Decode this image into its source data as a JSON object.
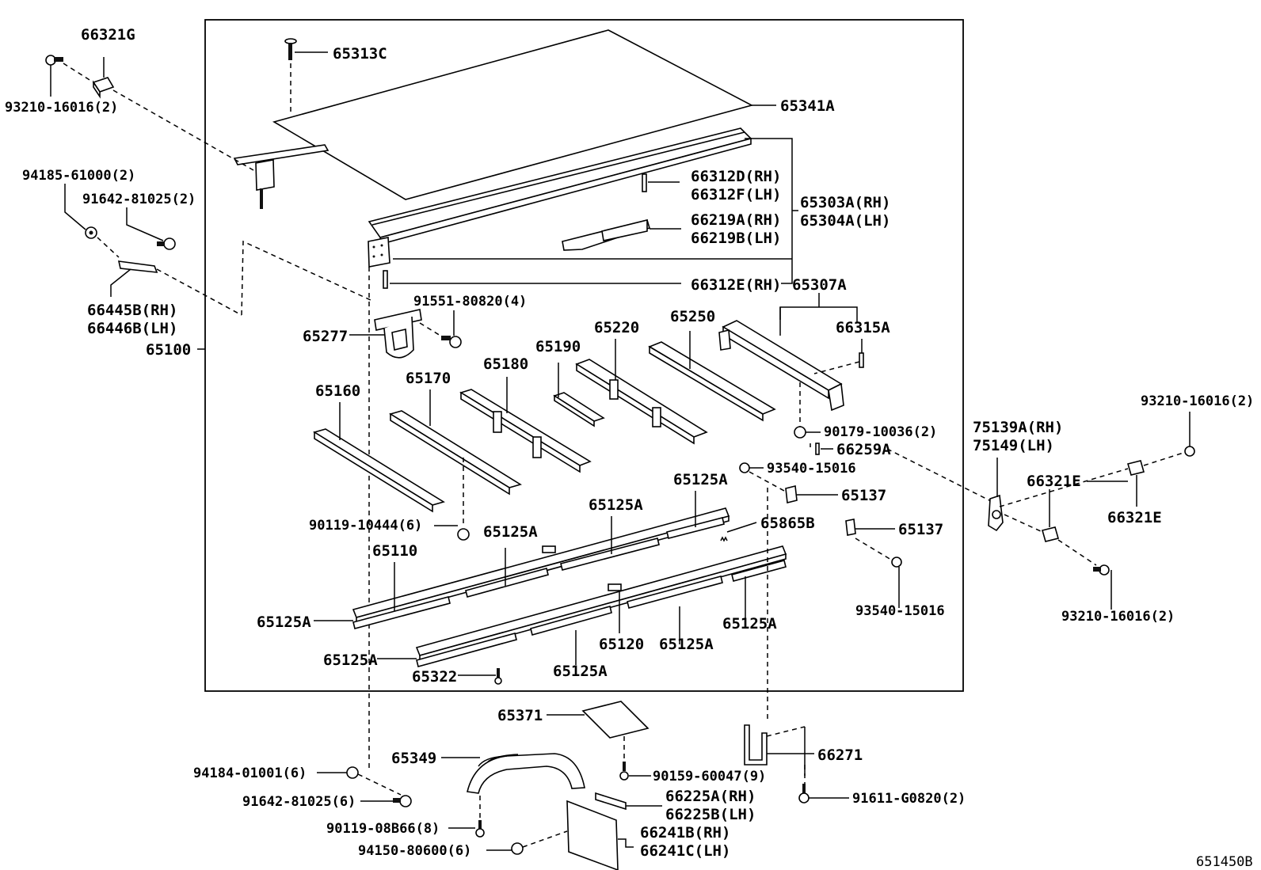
{
  "diagram_id": "651450B",
  "labels": {
    "p66321G": "66321G",
    "p93210_tl": "93210-16016(2)",
    "p94185": "94185-61000(2)",
    "p91642_top": "91642-81025(2)",
    "p66445B": "66445B(RH)",
    "p66446B": "66446B(LH)",
    "p65100": "65100",
    "p65313C": "65313C",
    "p65341A": "65341A",
    "p66312D": "66312D(RH)",
    "p66312F": "66312F(LH)",
    "p65303A": "65303A(RH)",
    "p65304A": "65304A(LH)",
    "p66219A": "66219A(RH)",
    "p66219B": "66219B(LH)",
    "p66312E": "66312E(RH)",
    "p65307A": "65307A",
    "p91551": "91551-80820(4)",
    "p65277": "65277",
    "p66315A": "66315A",
    "p65250": "65250",
    "p65220": "65220",
    "p65190": "65190",
    "p65180": "65180",
    "p65170": "65170",
    "p65160": "65160",
    "p90179": "90179-10036(2)",
    "p66259A": "66259A",
    "p93540_a": "93540-15016",
    "p65137_a": "65137",
    "p65137_b": "65137",
    "p93540_b": "93540-15016",
    "p65125A_1": "65125A",
    "p65125A_2": "65125A",
    "p65125A_3": "65125A",
    "p65125A_4": "65125A",
    "p65125A_5": "65125A",
    "p65125A_6": "65125A",
    "p65125A_7": "65125A",
    "p65125A_8": "65125A",
    "p65865B": "65865B",
    "p90119_10444": "90119-10444(6)",
    "p65110": "65110",
    "p65120": "65120",
    "p65322": "65322",
    "p75139A": "75139A(RH)",
    "p75149": "75149(LH)",
    "p93210_r1": "93210-16016(2)",
    "p66321E_a": "66321E",
    "p66321E_b": "66321E",
    "p93210_r2": "93210-16016(2)",
    "p65371": "65371",
    "p65349": "65349",
    "p90159": "90159-60047(9)",
    "p66271": "66271",
    "p94184": "94184-01001(6)",
    "p91642_bot": "91642-81025(6)",
    "p91611": "91611-G0820(2)",
    "p66225A": "66225A(RH)",
    "p66225B": "66225B(LH)",
    "p90119_08B66": "90119-08B66(8)",
    "p66241B": "66241B(RH)",
    "p66241C": "66241C(LH)",
    "p94150": "94150-80600(6)"
  }
}
